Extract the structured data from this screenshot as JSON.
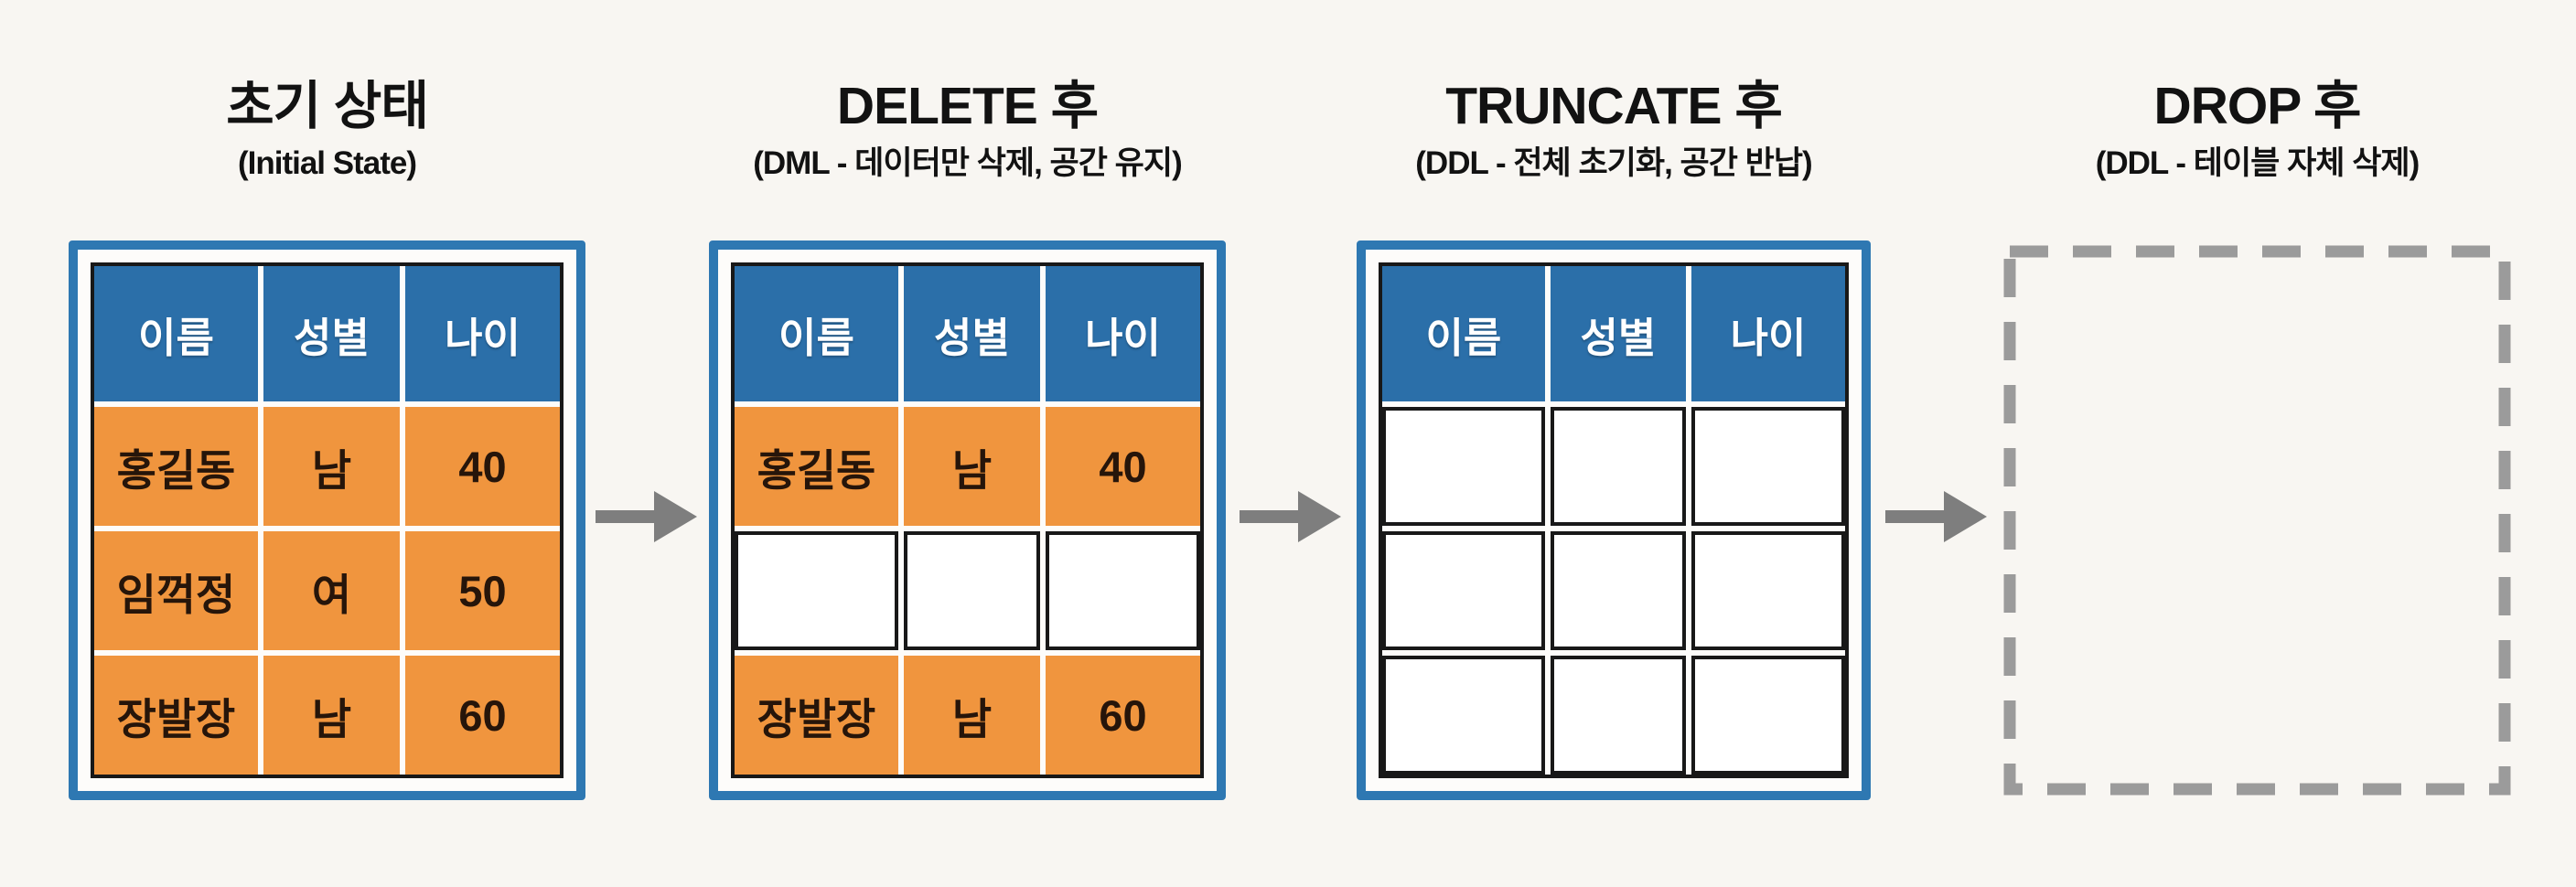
{
  "diagram_title_implicit": "DELETE vs TRUNCATE vs DROP",
  "colors": {
    "background": "#f8f6f2",
    "frame_blue": "#2e78b2",
    "header_blue": "#2b6fa9",
    "row_orange": "#f0953e",
    "cell_text": "#26150a",
    "header_text": "#ffffff",
    "table_border_black": "#181818",
    "arrow_gray": "#7e7e7e",
    "dashed_gray": "#9b9b9b"
  },
  "panels": [
    {
      "id": "initial",
      "title": "초기 상태",
      "subtitle": "(Initial State)",
      "table": {
        "headers": [
          "이름",
          "성별",
          "나이"
        ],
        "rows": [
          {
            "filled": true,
            "cells": [
              "홍길동",
              "남",
              "40"
            ]
          },
          {
            "filled": true,
            "cells": [
              "임꺽정",
              "여",
              "50"
            ]
          },
          {
            "filled": true,
            "cells": [
              "장발장",
              "남",
              "60"
            ]
          }
        ]
      }
    },
    {
      "id": "delete",
      "title": "DELETE 후",
      "subtitle": "(DML - 데이터만 삭제, 공간 유지)",
      "table": {
        "headers": [
          "이름",
          "성별",
          "나이"
        ],
        "rows": [
          {
            "filled": true,
            "cells": [
              "홍길동",
              "남",
              "40"
            ]
          },
          {
            "filled": false,
            "cells": [
              "",
              "",
              ""
            ]
          },
          {
            "filled": true,
            "cells": [
              "장발장",
              "남",
              "60"
            ]
          }
        ]
      }
    },
    {
      "id": "truncate",
      "title": "TRUNCATE 후",
      "subtitle": "(DDL - 전체 초기화, 공간 반납)",
      "table": {
        "headers": [
          "이름",
          "성별",
          "나이"
        ],
        "rows": [
          {
            "filled": false,
            "cells": [
              "",
              "",
              ""
            ]
          },
          {
            "filled": false,
            "cells": [
              "",
              "",
              ""
            ]
          },
          {
            "filled": false,
            "cells": [
              "",
              "",
              ""
            ]
          }
        ]
      }
    },
    {
      "id": "drop",
      "title": "DROP 후",
      "subtitle": "(DDL - 테이블 자체 삭제)",
      "dropped": true
    }
  ],
  "arrow_count": 3
}
